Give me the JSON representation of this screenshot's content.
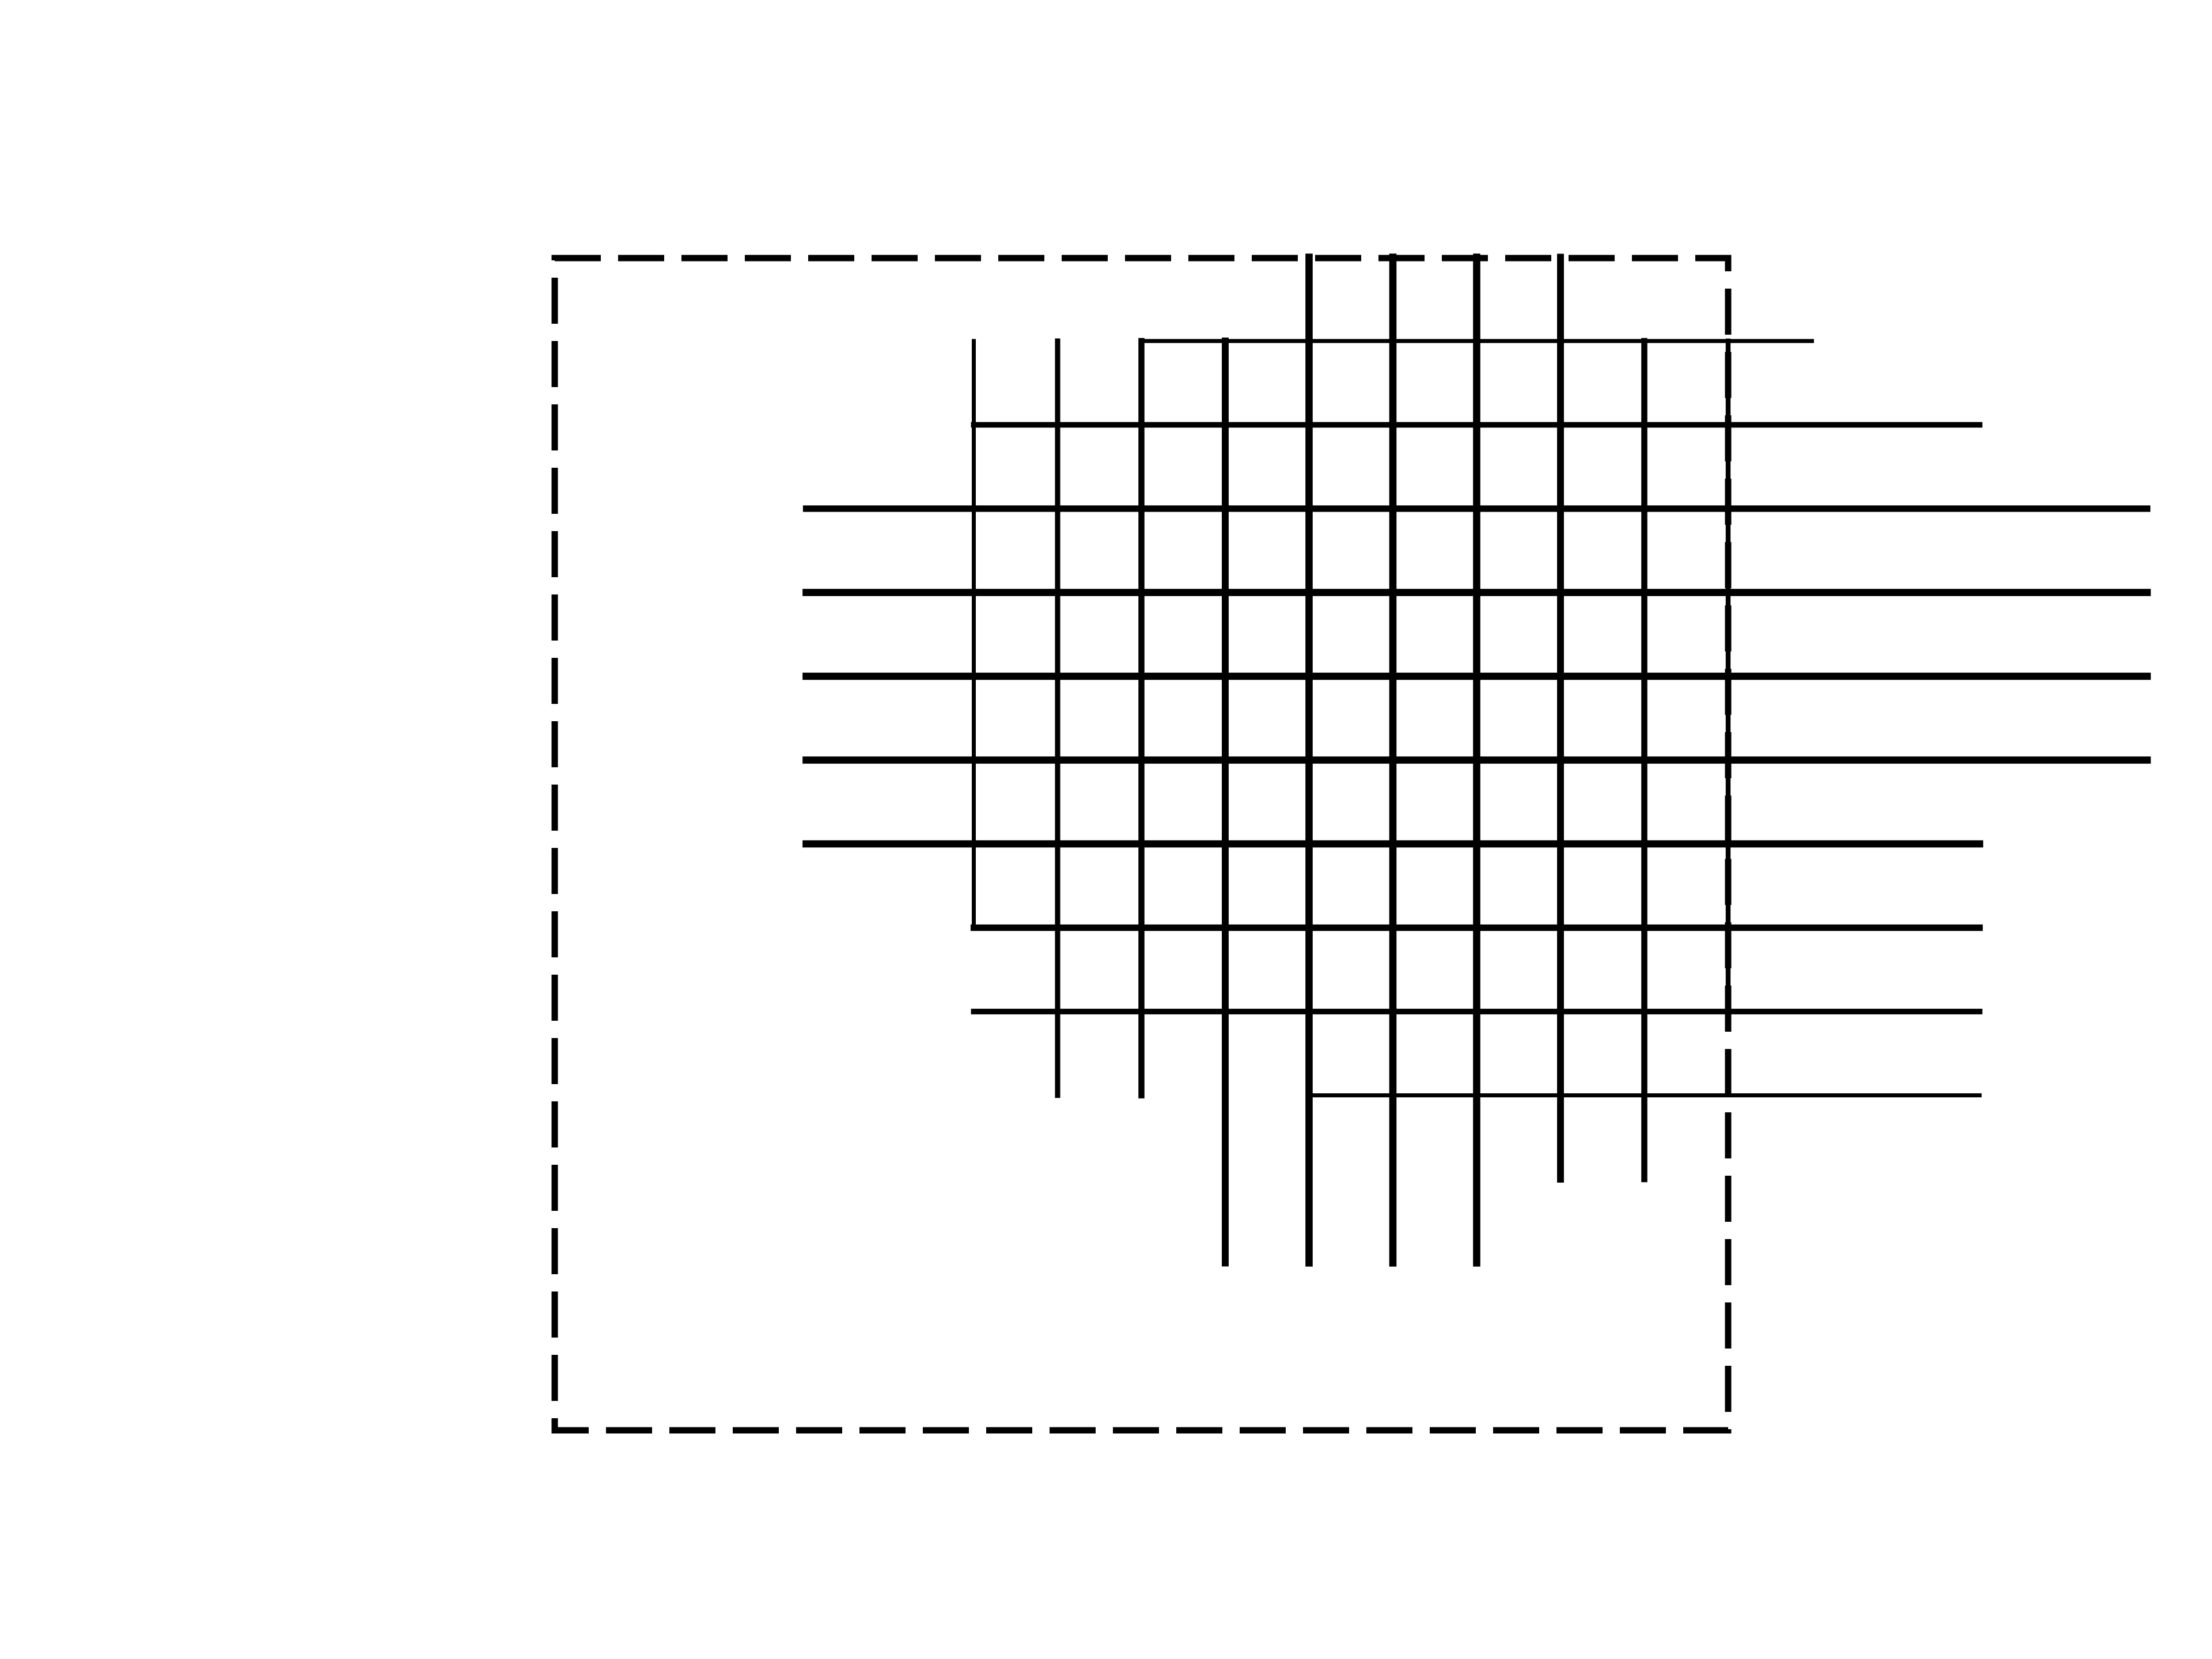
{
  "diagram": {
    "background_color": "#ffffff",
    "line_color": "#000000",
    "frame": {
      "style": "dashed"
    },
    "grid": {
      "description_tags": [
        "lattice",
        "no-text"
      ],
      "lines": [
        {
          "id": "h0",
          "c": 0,
          "a": 3,
          "b": 11,
          "w": 1,
          "axis": "h"
        },
        {
          "id": "h1",
          "c": 1,
          "a": 1,
          "b": 13,
          "w": 1.4,
          "axis": "h"
        },
        {
          "id": "h2",
          "c": 2,
          "a": -1,
          "b": 15,
          "w": 1.6,
          "axis": "h"
        },
        {
          "id": "h3",
          "c": 3,
          "a": -1,
          "b": 15,
          "w": 1.8,
          "axis": "h"
        },
        {
          "id": "h4",
          "c": 4,
          "a": -1,
          "b": 15,
          "w": 1.8,
          "axis": "h"
        },
        {
          "id": "h5",
          "c": 5,
          "a": -1,
          "b": 15,
          "w": 1.8,
          "axis": "h"
        },
        {
          "id": "h6",
          "c": 6,
          "a": -1,
          "b": 13,
          "w": 1.8,
          "axis": "h"
        },
        {
          "id": "h7",
          "c": 7,
          "a": 1,
          "b": 13,
          "w": 1.6,
          "axis": "h"
        },
        {
          "id": "h8",
          "c": 8,
          "a": 1,
          "b": 13,
          "w": 1.4,
          "axis": "h"
        },
        {
          "id": "h9",
          "c": 9,
          "a": 5,
          "b": 13,
          "w": 1,
          "axis": "h"
        },
        {
          "id": "v0",
          "c": 1,
          "a": 0,
          "b": 7,
          "w": 1,
          "axis": "v"
        },
        {
          "id": "v1",
          "c": 2,
          "a": 0,
          "b": 9,
          "w": 1.3,
          "axis": "v"
        },
        {
          "id": "v2",
          "c": 3,
          "a": 0,
          "b": 9,
          "w": 1.5,
          "axis": "v"
        },
        {
          "id": "v3",
          "c": 4,
          "a": 0,
          "b": 11,
          "w": 1.7,
          "axis": "v"
        },
        {
          "id": "v4",
          "c": 5,
          "a": -1,
          "b": 11,
          "w": 1.8,
          "axis": "v"
        },
        {
          "id": "v5",
          "c": 6,
          "a": -1,
          "b": 11,
          "w": 1.8,
          "axis": "v"
        },
        {
          "id": "v6",
          "c": 7,
          "a": -1,
          "b": 11,
          "w": 1.8,
          "axis": "v"
        },
        {
          "id": "v7",
          "c": 8,
          "a": -1,
          "b": 10,
          "w": 1.7,
          "axis": "v"
        },
        {
          "id": "v8",
          "c": 9,
          "a": 0,
          "b": 10,
          "w": 1.5,
          "axis": "v"
        },
        {
          "id": "v9",
          "c": 10,
          "a": 0,
          "b": 8,
          "w": 1.2,
          "axis": "v"
        }
      ]
    }
  }
}
